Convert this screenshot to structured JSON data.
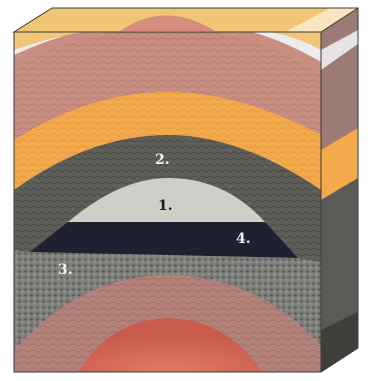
{
  "labels": {
    "layer_1": "1.",
    "layer_2": "2.",
    "layer_3": "3.",
    "layer_4": "4."
  },
  "colors": {
    "background": "#ffffff",
    "top_face": "#f0c577",
    "top_face_light": "#f8e6c0",
    "top_white_band": "#ececec",
    "pink_upper": "#c98e82",
    "pink_upper_dark": "#b67c71",
    "orange_band": "#f2aa4c",
    "dark_gray_band": "#5f5f5a",
    "light_gray_core": "#cfcfca",
    "black_band": "#1f2030",
    "speckled_gray": "#7f7f7c",
    "brown_pink_lower": "#b3827a",
    "red_core": "#d66a5a",
    "right_side": "#9b7b74",
    "right_side_dark": "#3e3e3b"
  }
}
